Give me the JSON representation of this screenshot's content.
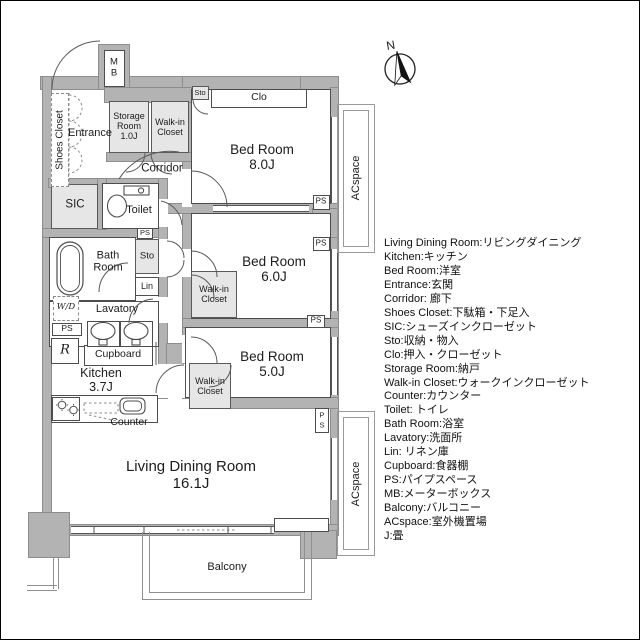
{
  "colors": {
    "wall": "#b3b3b3",
    "wall_line": "#8d8d8d",
    "closet": "#e6e6e6",
    "line": "#555555",
    "text": "#1c1c1c"
  },
  "labels": {
    "mb": "M\nB",
    "entrance": "Entrance",
    "shoes_closet": "Shoes Closet",
    "storage_room": "Storage\nRoom\n1.0J",
    "walk_in_closet": "Walk-in\nCloset",
    "sto": "Sto",
    "clo": "Clo",
    "corridor": "Corridor",
    "sic": "SIC",
    "toilet": "Toilet",
    "bed8": "Bed Room\n8.0J",
    "bed6": "Bed Room\n6.0J",
    "bed5": "Bed Room\n5.0J",
    "acspace": "ACspace",
    "ps": "PS",
    "ps_stacked": "P\nS",
    "bath": "Bath\nRoom",
    "lin": "Lin",
    "wd": "W/D",
    "lavatory": "Lavatory",
    "fridge": "R",
    "cupboard": "Cupboard",
    "kitchen": "Kitchen\n3.7J",
    "counter": "Counter",
    "living": "Living Dining Room\n16.1J",
    "balcony": "Balcony",
    "north": "N"
  },
  "legend": {
    "lines": [
      "Living Dining Room:リビングダイニング",
      "Kitchen:キッチン",
      "Bed Room:洋室",
      "Entrance:玄関",
      "Corridor: 廊下",
      "Shoes Closet:下駄箱・下足入",
      "SIC:シューズインクローゼット",
      "Sto:収納・物入",
      "Clo:押入・クローゼット",
      "Storage Room:納戸",
      "Walk-in Closet:ウォークインクローゼット",
      "Counter:カウンター",
      "Toilet: トイレ",
      "Bath Room:浴室",
      "Lavatory:洗面所",
      "Lin: リネン庫",
      "Cupboard:食器棚",
      "PS:パイプスペース",
      "MB:メーターボックス",
      "Balcony:バルコニー",
      "ACspace:室外機置場",
      "J:畳"
    ]
  }
}
